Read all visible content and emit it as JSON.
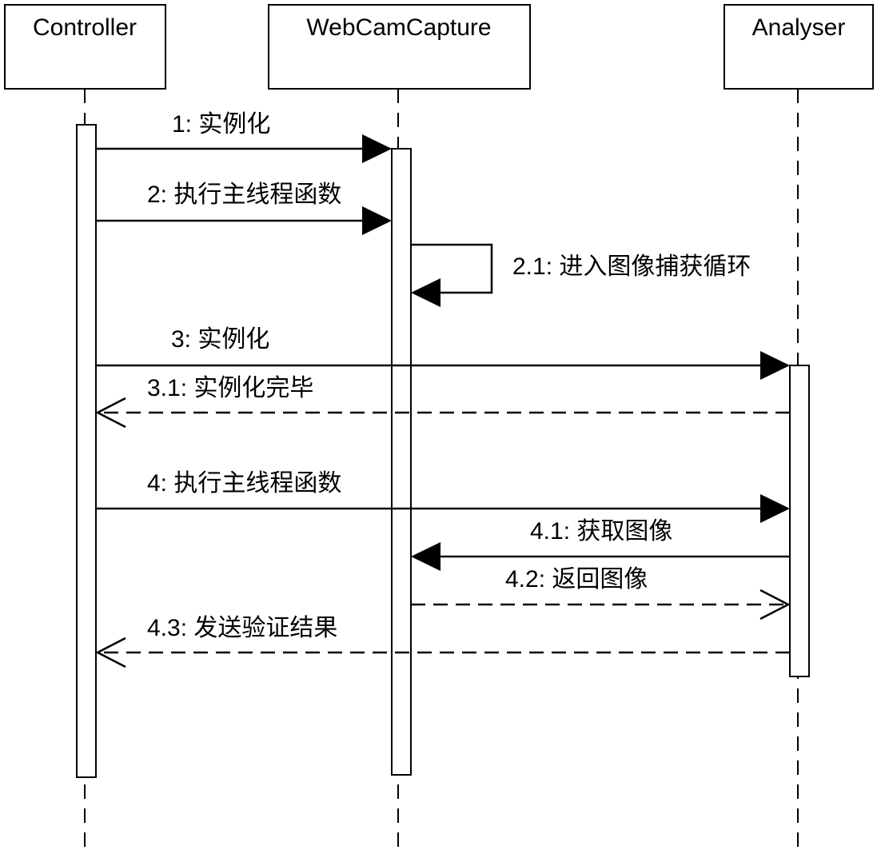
{
  "participants": [
    {
      "id": "controller",
      "name": "Controller"
    },
    {
      "id": "webcam",
      "name": "WebCamCapture"
    },
    {
      "id": "analyser",
      "name": "Analyser"
    }
  ],
  "messages": [
    {
      "id": "m1",
      "label": "1: 实例化",
      "from": "controller",
      "to": "webcam",
      "style": "solid"
    },
    {
      "id": "m2",
      "label": "2: 执行主线程函数",
      "from": "controller",
      "to": "webcam",
      "style": "solid"
    },
    {
      "id": "m21",
      "label": "2.1: 进入图像捕获循环",
      "from": "webcam",
      "to": "webcam",
      "style": "self"
    },
    {
      "id": "m3",
      "label": "3: 实例化",
      "from": "controller",
      "to": "analyser",
      "style": "solid"
    },
    {
      "id": "m31",
      "label": "3.1: 实例化完毕",
      "from": "analyser",
      "to": "controller",
      "style": "return"
    },
    {
      "id": "m4",
      "label": "4: 执行主线程函数",
      "from": "controller",
      "to": "analyser",
      "style": "solid"
    },
    {
      "id": "m41",
      "label": "4.1: 获取图像",
      "from": "analyser",
      "to": "webcam",
      "style": "solid"
    },
    {
      "id": "m42",
      "label": "4.2: 返回图像",
      "from": "webcam",
      "to": "analyser",
      "style": "return"
    },
    {
      "id": "m43",
      "label": "4.3: 发送验证结果",
      "from": "analyser",
      "to": "controller",
      "style": "return"
    }
  ]
}
